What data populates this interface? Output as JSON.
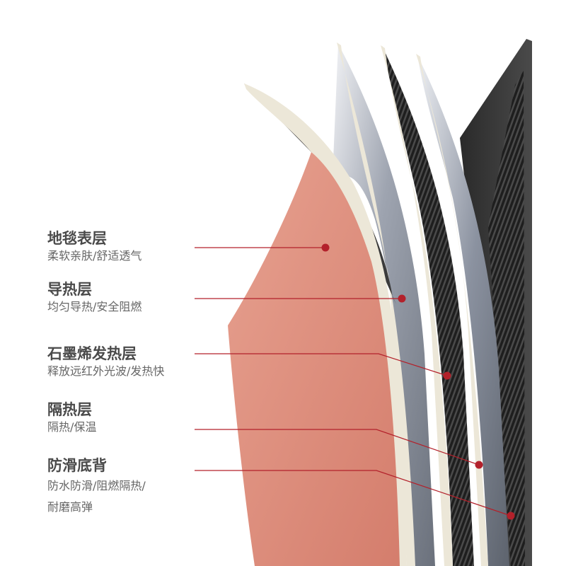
{
  "colors": {
    "leader": "#b3212b",
    "carpet": "#e2907f",
    "frame": "#3a3a3a",
    "edge": "#ece7d8"
  },
  "layers": [
    {
      "title": "地毯表层",
      "desc": [
        "柔软亲肤/舒适透气"
      ]
    },
    {
      "title": "导热层",
      "desc": [
        "均匀导热/安全阻燃"
      ]
    },
    {
      "title": "石墨烯发热层",
      "desc": [
        "释放远红外光波/发热快"
      ]
    },
    {
      "title": "隔热层",
      "desc": [
        "隔热/保温"
      ]
    },
    {
      "title": "防滑底背",
      "desc": [
        "防水防滑/阻燃隔热/",
        "耐磨高弹"
      ]
    }
  ]
}
